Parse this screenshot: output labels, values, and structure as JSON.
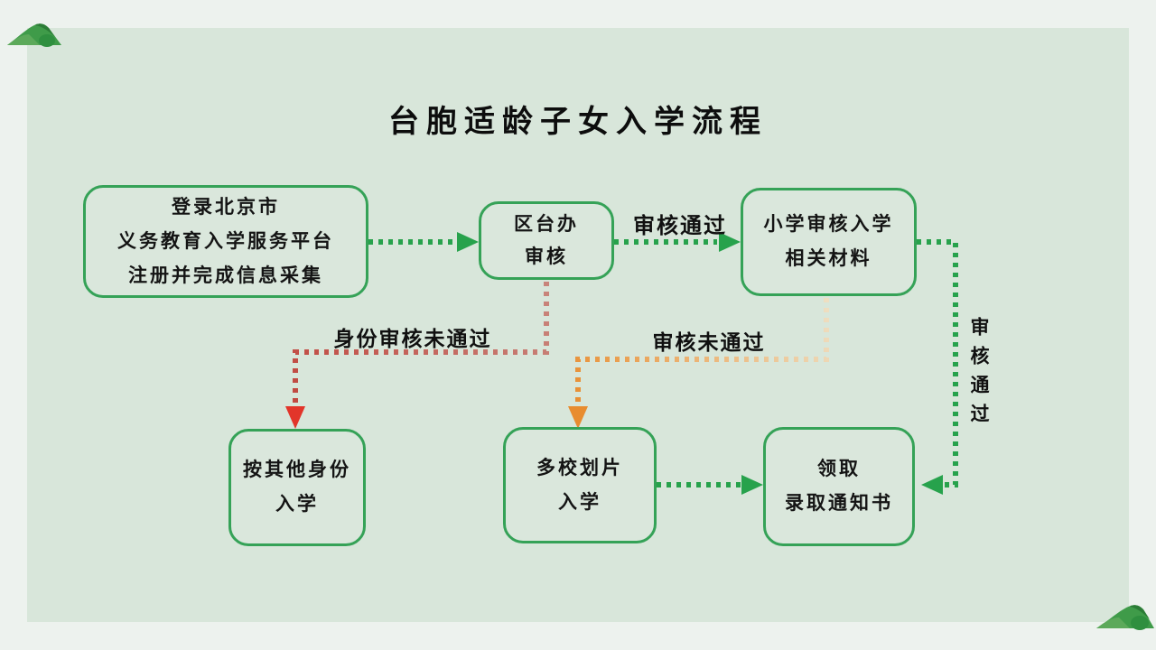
{
  "title": "台胞适龄子女入学流程",
  "flowchart": {
    "nodes": [
      {
        "id": "login-platform",
        "lines": [
          "登录北京市",
          "义务教育入学服务平台",
          "注册并完成信息采集"
        ]
      },
      {
        "id": "district-taiwan-office",
        "lines": [
          "区台办",
          "审核"
        ]
      },
      {
        "id": "school-review",
        "lines": [
          "小学审核入学",
          "相关材料"
        ]
      },
      {
        "id": "other-identity",
        "lines": [
          "按其他身份",
          "入学"
        ]
      },
      {
        "id": "multi-school-zoning",
        "lines": [
          "多校划片",
          "入学"
        ]
      },
      {
        "id": "admission-notice",
        "lines": [
          "领取",
          "录取通知书"
        ]
      }
    ],
    "edge_labels": {
      "pass_top": "审核通过",
      "identity_fail": "身份审核未通过",
      "review_fail": "审核未通过",
      "pass_right": "审核通过"
    },
    "colors": {
      "node_border": "#35a257",
      "pass_arrow": "#27a24c",
      "fail_identity_start": "#c8857b",
      "fail_identity_end": "#c14a42",
      "fail_identity_arrowhead": "#e2352a",
      "fail_review_start": "#eedfc2",
      "fail_review_end": "#e88c2f",
      "fail_review_arrowhead": "#e88c2f",
      "text": "#111111",
      "panel_background": "#d8e6da",
      "page_background": "#edf2ee",
      "decoration_green": "#3f9b49"
    }
  }
}
